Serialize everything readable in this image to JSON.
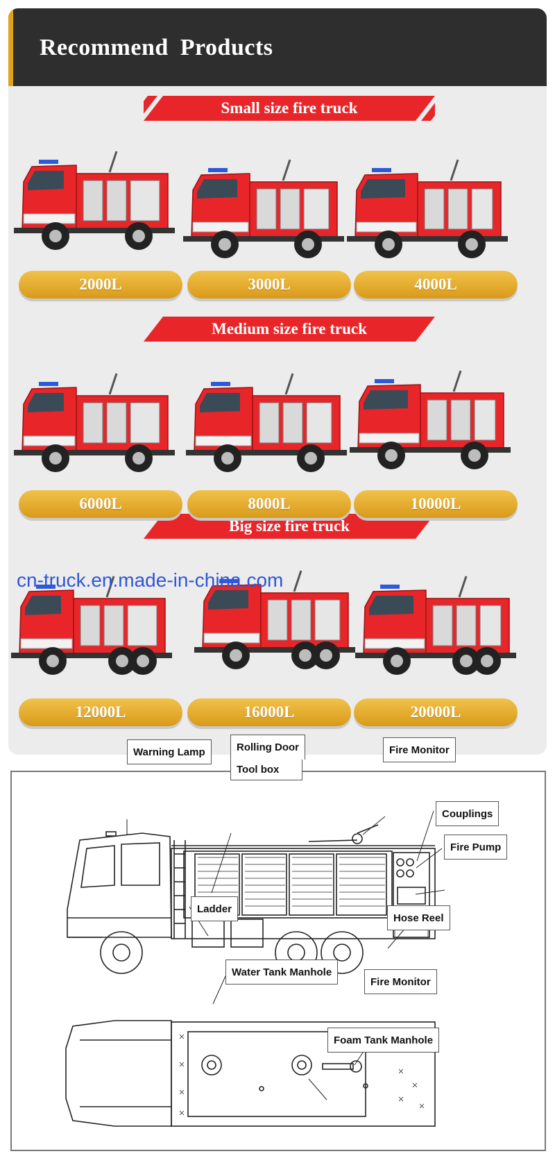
{
  "header": {
    "title": "Recommend Products",
    "accent_color": "#e0a21a"
  },
  "brand_red": "#e8262a",
  "sections": [
    {
      "title": "Small size fire truck",
      "capacities": [
        "2000L",
        "3000L",
        "4000L"
      ]
    },
    {
      "title": "Medium size fire truck",
      "capacities": [
        "6000L",
        "8000L",
        "10000L"
      ]
    },
    {
      "title": "Big size fire truck",
      "capacities": [
        "12000L",
        "16000L",
        "20000L"
      ]
    }
  ],
  "watermark": "cn-truck.en.made-in-china.com",
  "diagram": {
    "labels": {
      "warning_lamp": "Warning Lamp",
      "rolling_door": "Rolling Door",
      "tool_box": "Tool box",
      "fire_monitor": "Fire Monitor",
      "couplings": "Couplings",
      "fire_pump": "Fire Pump",
      "ladder": "Ladder",
      "hose_reel": "Hose Reel",
      "water_tank_manhole": "Water Tank Manhole",
      "fire_monitor_top": "Fire Monitor",
      "foam_tank_manhole": "Foam Tank Manhole"
    }
  }
}
